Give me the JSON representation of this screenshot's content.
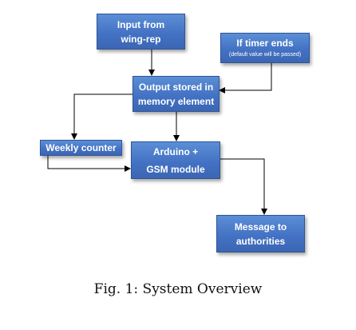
{
  "nodes": {
    "input": {
      "line1": "Input from",
      "line2": "wing-rep"
    },
    "timer": {
      "line1": "If timer ends",
      "line2": "(default value will be passed)"
    },
    "memory": {
      "line1": "Output stored in",
      "line2": "memory element"
    },
    "weekly": {
      "line1": "Weekly counter"
    },
    "arduino": {
      "line1": "Arduino +",
      "line2": "GSM module"
    },
    "message": {
      "line1": "Message to",
      "line2": "authorities"
    }
  },
  "caption": "Fig. 1: System Overview",
  "colors": {
    "box_fill": "#4472c4",
    "box_border": "#2f5597",
    "box_text": "#ffffff",
    "connector": "#000000"
  }
}
